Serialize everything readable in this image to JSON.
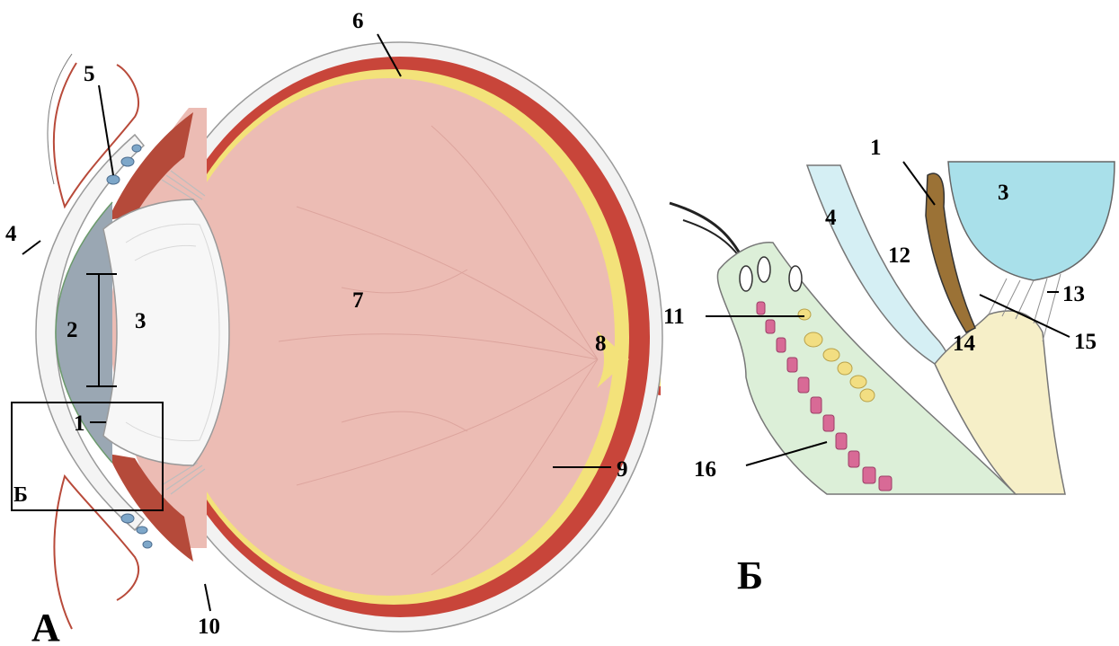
{
  "panels": {
    "a": {
      "letter": "А"
    },
    "b": {
      "letter": "Б",
      "inset_letter": "Б"
    }
  },
  "labels_a": [
    "1",
    "2",
    "3",
    "4",
    "5",
    "6",
    "7",
    "8",
    "9",
    "10"
  ],
  "labels_b": [
    "1",
    "3",
    "4",
    "11",
    "12",
    "13",
    "14",
    "15",
    "16"
  ],
  "colors": {
    "sclera": "#f2f2f2",
    "choroid": "#c8453a",
    "retina": "#f3e27a",
    "vitreous": "#ecbcb4",
    "cornea": "#f4f4f4",
    "anterior_chamber": "#9aa7b3",
    "lens": "#f7f7f7",
    "ciliary": "#b54a3a",
    "lens_blue": "#a9e0ea",
    "cornea_blue": "#d5eff4",
    "ciliary_body": "#f6efc8",
    "ciliary_stroma": "#dcefd8",
    "muscle_pink": "#d86a96",
    "iris_brown": "#9b7236"
  }
}
